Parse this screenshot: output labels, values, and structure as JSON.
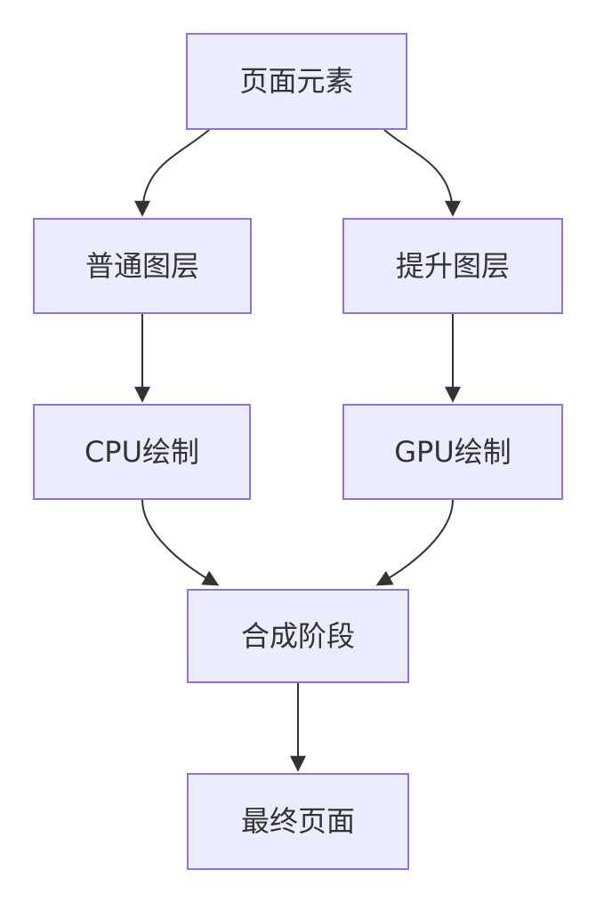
{
  "diagram": {
    "type": "flowchart",
    "direction": "top-to-bottom",
    "nodes": [
      {
        "id": "A",
        "label": "页面元素"
      },
      {
        "id": "B",
        "label": "普通图层"
      },
      {
        "id": "C",
        "label": "提升图层"
      },
      {
        "id": "D",
        "label": "CPU绘制"
      },
      {
        "id": "E",
        "label": "GPU绘制"
      },
      {
        "id": "F",
        "label": "合成阶段"
      },
      {
        "id": "G",
        "label": "最终页面"
      }
    ],
    "edges": [
      {
        "from": "页面元素",
        "to": "普通图层"
      },
      {
        "from": "页面元素",
        "to": "提升图层"
      },
      {
        "from": "普通图层",
        "to": "CPU绘制"
      },
      {
        "from": "提升图层",
        "to": "GPU绘制"
      },
      {
        "from": "CPU绘制",
        "to": "合成阶段"
      },
      {
        "from": "GPU绘制",
        "to": "合成阶段"
      },
      {
        "from": "合成阶段",
        "to": "最终页面"
      }
    ],
    "colors": {
      "node_fill": "#ECECFF",
      "node_border": "#9370DB",
      "edge": "#333333",
      "text": "#333333",
      "background": "#FFFFFF"
    }
  }
}
